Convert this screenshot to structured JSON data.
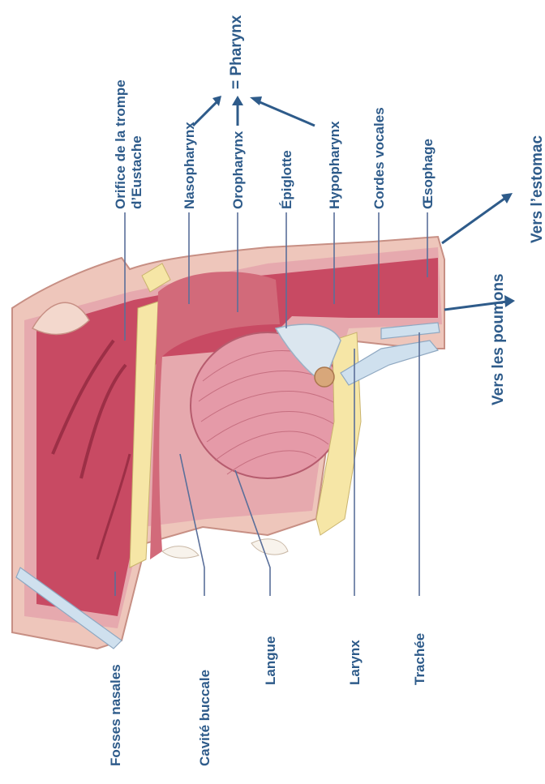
{
  "labels": {
    "pharynx": "= Pharynx",
    "orifice_line1": "Orifice de la trompe",
    "orifice_line2": "d’Eustache",
    "nasopharynx": "Nasopharynx",
    "oropharynx": "Oropharynx",
    "epiglotte": "Épiglotte",
    "hypopharynx": "Hypopharynx",
    "cordes_vocales": "Cordes vocales",
    "oesophage": "Œsophage",
    "vers_estomac": "Vers l’estomac",
    "vers_poumons": "Vers les poumons",
    "fosses_nasales": "Fosses nasales",
    "cavite_buccale": "Cavité buccale",
    "langue": "Langue",
    "larynx": "Larynx",
    "trachee": "Trachée"
  },
  "colors": {
    "label_text": "#2e5b8a",
    "tissue_red": "#c84a63",
    "tissue_pink": "#e9b2b8",
    "bone": "#f0cfc0",
    "cartilage": "#f6e6a6",
    "tongue": "#e59aa8"
  }
}
